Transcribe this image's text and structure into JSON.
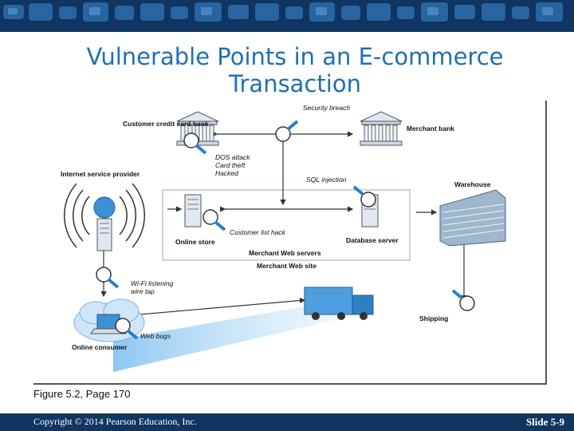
{
  "slide": {
    "title": "Vulnerable Points in an E-commerce Transaction",
    "caption": "Figure 5.2, Page 170",
    "copyright": "Copyright © 2014 Pearson Education, Inc.",
    "slide_number": "Slide 5-9"
  },
  "diagram": {
    "customer_bank": "Customer credit card bank",
    "merchant_bank": "Merchant bank",
    "security_breach": "Security breach",
    "isp": "Internet service provider",
    "dos": [
      "DOS attack",
      "Card theft",
      "Hacked"
    ],
    "sql": "SQL injection",
    "warehouse": "Warehouse",
    "online_store": "Online store",
    "customer_list": "Customer list hack",
    "database_server": "Database server",
    "merchant_servers": "Merchant Web servers",
    "merchant_site": "Merchant Web site",
    "wifi": [
      "Wi-Fi listening",
      "wire tap"
    ],
    "shipping": "Shipping",
    "web_bugs": "Web bugs",
    "consumer": "Online consumer"
  },
  "colors": {
    "banner": "#0f3560",
    "title": "#1f6fb2",
    "accent": "#2a7fc9"
  }
}
